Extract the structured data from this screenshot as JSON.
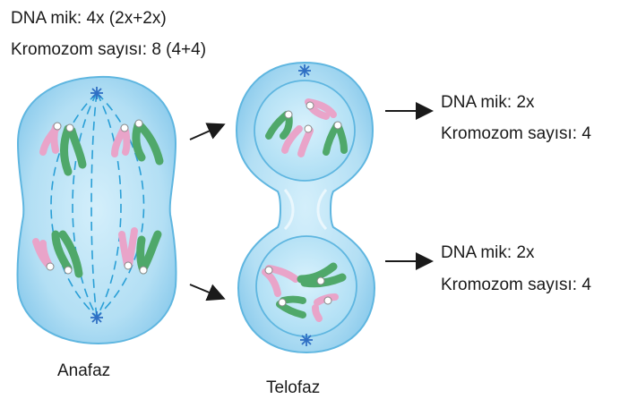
{
  "anaphase": {
    "dna_text": "DNA mik: 4x (2x+2x)",
    "chrom_text": "Kromozom sayısı: 8 (4+4)",
    "stage_label": "Anafaz"
  },
  "telophase": {
    "stage_label": "Telofaz",
    "top_cell": {
      "dna_text": "DNA mik: 2x",
      "chrom_text": "Kromozom sayısı: 4"
    },
    "bottom_cell": {
      "dna_text": "DNA mik: 2x",
      "chrom_text": "Kromozom sayısı: 4"
    }
  },
  "colors": {
    "cell_fill": "#a9d9f2",
    "cell_inner": "#c9ebfa",
    "nucleus_fill": "#bfe7f8",
    "membrane": "#5fb6e0",
    "spindle": "#2a9fd6",
    "centriole": "#2f6fc4",
    "chrom_pink": "#e9a4c9",
    "chrom_green": "#4fa86a",
    "arrow": "#1a1a1a"
  }
}
